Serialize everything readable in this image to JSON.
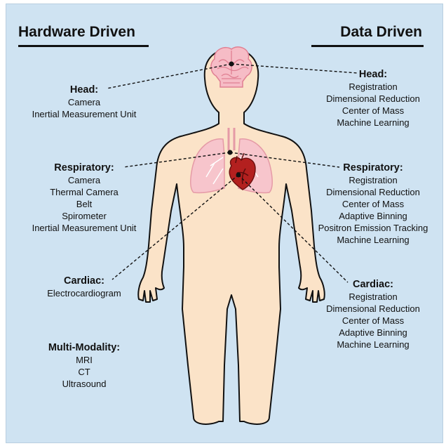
{
  "hardware": {
    "heading": "Hardware Driven",
    "head": {
      "title": "Head:",
      "items": [
        "Camera",
        "Inertial Measurement Unit"
      ]
    },
    "respiratory": {
      "title": "Respiratory:",
      "items": [
        "Camera",
        "Thermal Camera",
        "Belt",
        "Spirometer",
        "Inertial Measurement Unit"
      ]
    },
    "cardiac": {
      "title": "Cardiac:",
      "items": [
        "Electrocardiogram"
      ]
    },
    "multimodality": {
      "title": "Multi-Modality:",
      "items": [
        "MRI",
        "CT",
        "Ultrasound"
      ]
    }
  },
  "data": {
    "heading": "Data Driven",
    "head": {
      "title": "Head:",
      "items": [
        "Registration",
        "Dimensional Reduction",
        "Center of Mass",
        "Machine Learning"
      ]
    },
    "respiratory": {
      "title": "Respiratory:",
      "items": [
        "Registration",
        "Dimensional Reduction",
        "Center of Mass",
        "Adaptive Binning",
        "Positron Emission Tracking",
        "Machine Learning"
      ]
    },
    "cardiac": {
      "title": "Cardiac:",
      "items": [
        "Registration",
        "Dimensional Reduction",
        "Center of Mass",
        "Adaptive Binning",
        "Machine Learning"
      ]
    }
  },
  "colors": {
    "background": "#cfe3f2",
    "skin": "#fbe3c8",
    "brain": "#f6bcc6",
    "lungs": "#f7c5cc",
    "heart": "#b3201f"
  }
}
